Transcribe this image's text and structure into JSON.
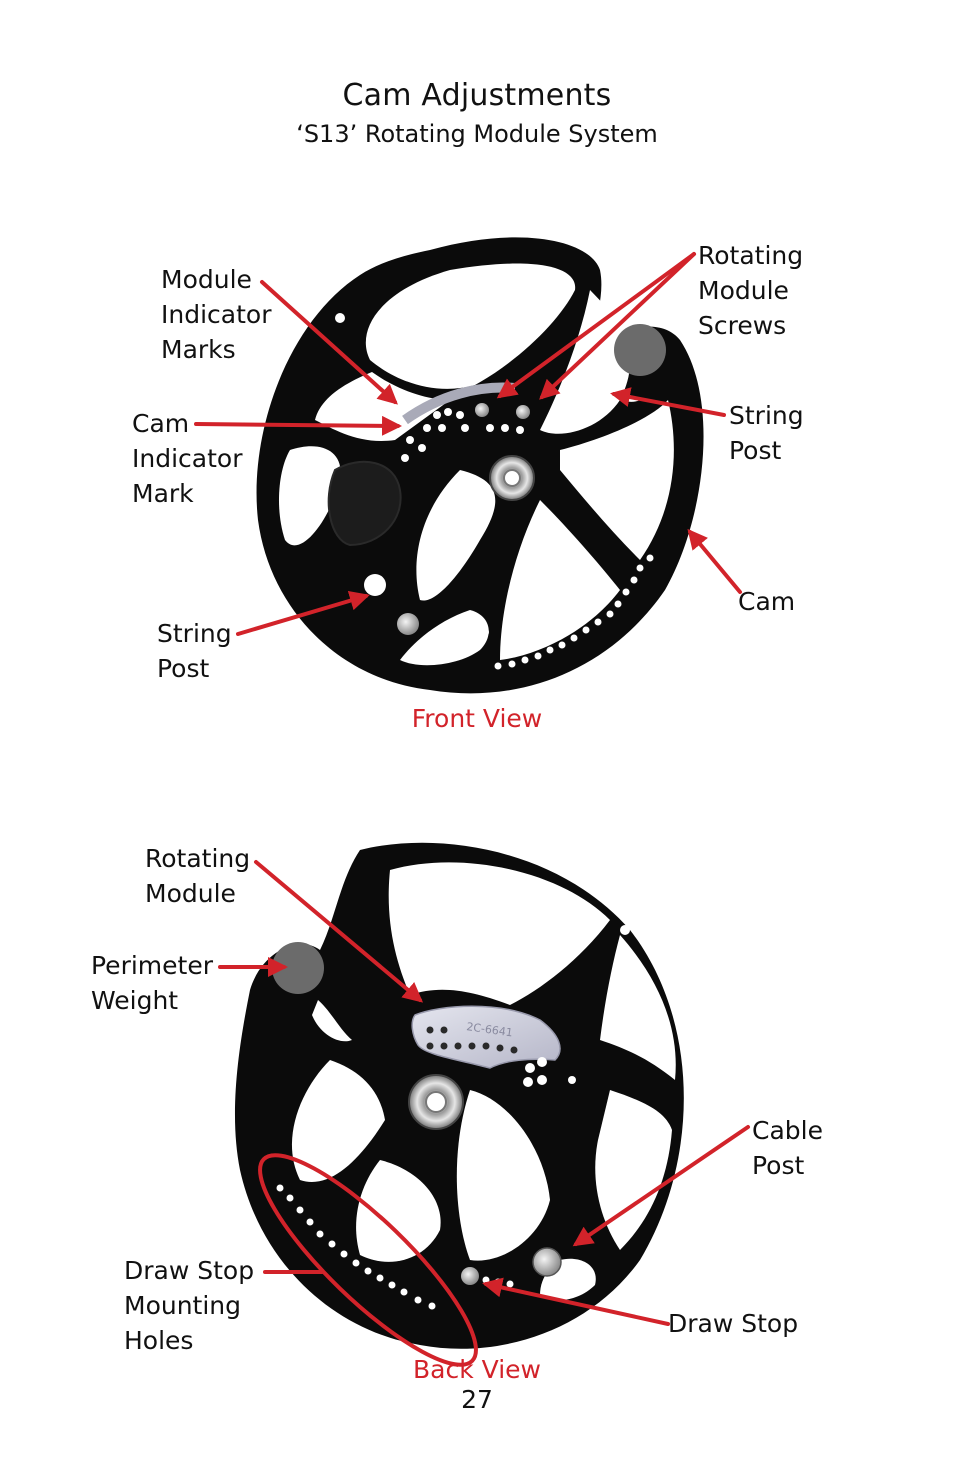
{
  "header": {
    "title": "Cam Adjustments",
    "subtitle": "‘S13’ Rotating Module System"
  },
  "front": {
    "caption": "Front View",
    "labels": {
      "module_indicator_marks": "Module\nIndicator\nMarks",
      "cam_indicator_mark": "Cam\nIndicator\nMark",
      "string_post_left": "String\nPost",
      "rotating_module_screws": "Rotating\nModule\nScrews",
      "string_post_right": "String\nPost",
      "cam": "Cam"
    }
  },
  "back": {
    "caption": "Back View",
    "module_part_number": "2C-6641",
    "labels": {
      "rotating_module": "Rotating\nModule",
      "perimeter_weight": "Perimeter\nWeight",
      "draw_stop_mounting_holes": "Draw Stop\nMounting\nHoles",
      "cable_post": "Cable\nPost",
      "draw_stop": "Draw Stop"
    }
  },
  "footer": {
    "page_number": "27"
  },
  "colors": {
    "accent": "#d2232a",
    "cam_body": "#0b0b0b",
    "weight": "#6b6b6b",
    "module": "#c9cad8"
  }
}
